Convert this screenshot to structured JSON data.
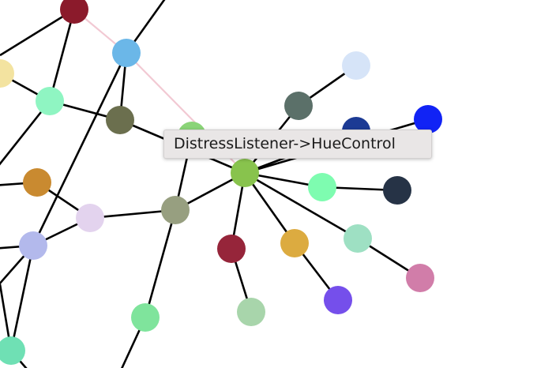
{
  "tooltip": {
    "text": "DistressListener->HueControl"
  },
  "nodes": [
    {
      "id": "n1",
      "color": "#8b1a2b"
    },
    {
      "id": "n2",
      "color": "#6bb7e8"
    },
    {
      "id": "n3",
      "color": "#f3e3a0"
    },
    {
      "id": "n4",
      "color": "#8ff5c2"
    },
    {
      "id": "n5",
      "color": "#6b6f4e"
    },
    {
      "id": "n6",
      "color": "#8bd478"
    },
    {
      "id": "n7",
      "color": "#5b7069"
    },
    {
      "id": "n8",
      "color": "#d6e4f8"
    },
    {
      "id": "n9",
      "color": "#1c3a94"
    },
    {
      "id": "n10",
      "color": "#1123f5"
    },
    {
      "id": "n11",
      "color": "#88c34d"
    },
    {
      "id": "n12",
      "color": "#7efcb0"
    },
    {
      "id": "n13",
      "color": "#263346"
    },
    {
      "id": "n14",
      "color": "#c98a30"
    },
    {
      "id": "n15",
      "color": "#e3d3ee"
    },
    {
      "id": "n16",
      "color": "#979f80"
    },
    {
      "id": "n17",
      "color": "#b3b9ec"
    },
    {
      "id": "n18",
      "color": "#96253a"
    },
    {
      "id": "n19",
      "color": "#dcab40"
    },
    {
      "id": "n20",
      "color": "#9ee0c3"
    },
    {
      "id": "n21",
      "color": "#d17da9"
    },
    {
      "id": "n22",
      "color": "#754feb"
    },
    {
      "id": "n23",
      "color": "#a8d5ab"
    },
    {
      "id": "n24",
      "color": "#7fe49c"
    },
    {
      "id": "n25",
      "color": "#6fe0b4"
    }
  ],
  "edges": [
    {
      "source": "n1",
      "target": "n2",
      "highlight": true
    },
    {
      "source": "n2",
      "target": "n11",
      "highlight": true
    },
    {
      "source": "n1",
      "target": "n4"
    },
    {
      "source": "n2",
      "target": "n5"
    },
    {
      "source": "n3",
      "target": "n4"
    },
    {
      "source": "n4",
      "target": "n5"
    },
    {
      "source": "n5",
      "target": "n11"
    },
    {
      "source": "n11",
      "target": "n7"
    },
    {
      "source": "n7",
      "target": "n8"
    },
    {
      "source": "n11",
      "target": "n9"
    },
    {
      "source": "n11",
      "target": "n10"
    },
    {
      "source": "n11",
      "target": "n12"
    },
    {
      "source": "n12",
      "target": "n13"
    },
    {
      "source": "n11",
      "target": "n16"
    },
    {
      "source": "n16",
      "target": "n15"
    },
    {
      "source": "n15",
      "target": "n14"
    },
    {
      "source": "n16",
      "target": "n6"
    },
    {
      "source": "n16",
      "target": "n24"
    },
    {
      "source": "n11",
      "target": "n18"
    },
    {
      "source": "n18",
      "target": "n23"
    },
    {
      "source": "n11",
      "target": "n19"
    },
    {
      "source": "n19",
      "target": "n22"
    },
    {
      "source": "n11",
      "target": "n20"
    },
    {
      "source": "n20",
      "target": "n21"
    },
    {
      "source": "n15",
      "target": "n17"
    },
    {
      "source": "n17",
      "target": "n25"
    },
    {
      "source": "n2",
      "target": "n17"
    }
  ]
}
